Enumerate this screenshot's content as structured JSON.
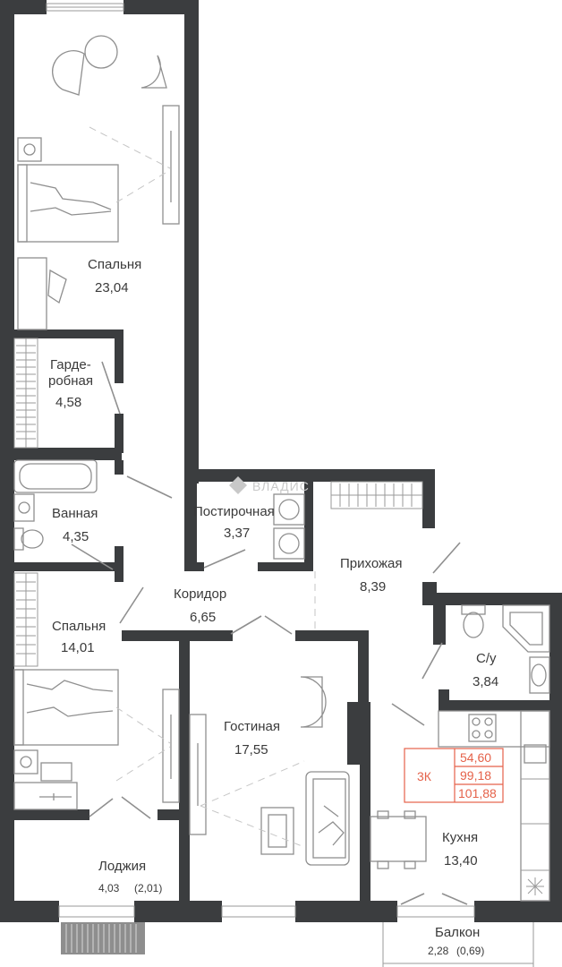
{
  "watermark": "ВЛАДИС",
  "rooms": [
    {
      "id": "bedroom-1",
      "name": "Спальня",
      "area": "23,04"
    },
    {
      "id": "wardrobe",
      "name_line1": "Гарде-",
      "name_line2": "робная",
      "area": "4,58"
    },
    {
      "id": "bathroom",
      "name": "Ванная",
      "area": "4,35"
    },
    {
      "id": "laundry",
      "name": "Постирочная",
      "area": "3,37"
    },
    {
      "id": "hallway",
      "name": "Прихожая",
      "area": "8,39"
    },
    {
      "id": "corridor",
      "name": "Коридор",
      "area": "6,65"
    },
    {
      "id": "bedroom-2",
      "name": "Спальня",
      "area": "14,01"
    },
    {
      "id": "wc",
      "name": "С/у",
      "area": "3,84"
    },
    {
      "id": "living",
      "name": "Гостиная",
      "area": "17,55"
    },
    {
      "id": "kitchen",
      "name": "Кухня",
      "area": "13,40"
    },
    {
      "id": "loggia",
      "name": "Лоджия",
      "area": "4,03",
      "area_reduced": "(2,01)"
    },
    {
      "id": "balcony",
      "name": "Балкон",
      "area": "2,28",
      "area_reduced": "(0,69)"
    }
  ],
  "summary": {
    "type": "3К",
    "living_area": "54,60",
    "total_area": "99,18",
    "total_with_balcony": "101,88"
  },
  "colors": {
    "wall": "#3b3d3f",
    "accent": "#e5624a",
    "text": "#3a3a3a"
  }
}
